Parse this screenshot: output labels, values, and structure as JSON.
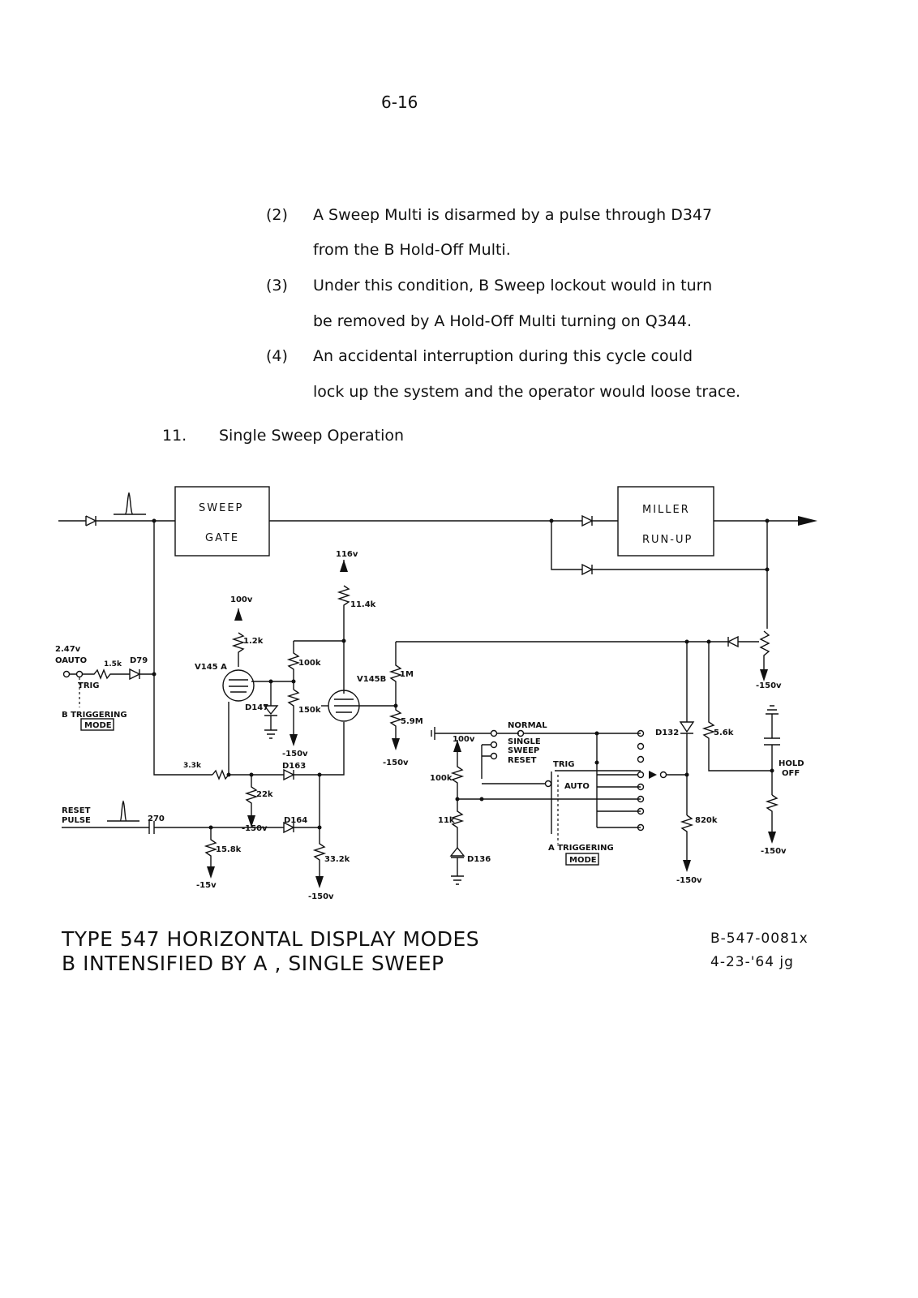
{
  "page_number": "6-16",
  "list_items": [
    {
      "number": "(2)",
      "line1": "A Sweep Multi is disarmed by a pulse through D347",
      "line2": "from the B Hold-Off Multi."
    },
    {
      "number": "(3)",
      "line1": "Under this condition, B Sweep lockout would in turn",
      "line2": "be removed by A Hold-Off Multi turning on Q344."
    },
    {
      "number": "(4)",
      "line1": "An accidental interruption during this cycle could",
      "line2": "lock up the system and the operator would loose trace."
    }
  ],
  "section": {
    "number": "11.",
    "title": "Single Sweep Operation"
  },
  "schematic": {
    "blocks": {
      "sweep_gate_1": "SWEEP",
      "sweep_gate_2": "GATE",
      "miller_1": "MILLER",
      "miller_2": "RUN-UP"
    },
    "labels": {
      "v116": "116v",
      "r11_4k": "11.4k",
      "v100a": "100v",
      "r1_2k": "1.2k",
      "v2_47": "2.47v",
      "auto": "OAUTO",
      "r1_5k": "1.5k",
      "d79": "D79",
      "trig": "TRIG",
      "v145a": "V145 A",
      "r100k": "100k",
      "v145b": "V145B",
      "r1m": "1M",
      "d147": "D147",
      "r150k": "150k",
      "b_triggering": "B TRIGGERING",
      "mode_b": "MODE",
      "v150a": "-150v",
      "d163": "D163",
      "r3_3k": "3.3k",
      "r22k": "22k",
      "r5_9m": "5.9M",
      "v150b": "-150v",
      "normal": "NORMAL",
      "v100b": "100v",
      "single_sweep_1": "SINGLE",
      "single_sweep_2": "SWEEP",
      "reset": "RESET",
      "trig2": "TRIG",
      "auto2": "AUTO",
      "r100k2": "100k",
      "d132": "D132",
      "r5_6k": "5.6k",
      "hold_off_1": "HOLD",
      "hold_off_2": "OFF",
      "v150c": "-150v",
      "reset_pulse_1": "RESET",
      "reset_pulse_2": "PULSE",
      "c270": "270",
      "v150d": "-150v",
      "d164": "D164",
      "r11k": "11k",
      "r820k": "820k",
      "v150e": "-150v",
      "r15_8k": "15.8k",
      "r33_2k": "33.2k",
      "d136": "D136",
      "a_triggering": "A TRIGGERING",
      "mode_a": "MODE",
      "v150f": "-150v",
      "v15": "-15v",
      "v150g": "-150v"
    }
  },
  "caption": {
    "line1": "TYPE 547  HORIZONTAL  DISPLAY  MODES",
    "line2": "B  INTENSIFIED  BY  A , SINGLE  SWEEP",
    "ref1": "B-547-0081x",
    "ref2": "4-23-'64 jg"
  }
}
